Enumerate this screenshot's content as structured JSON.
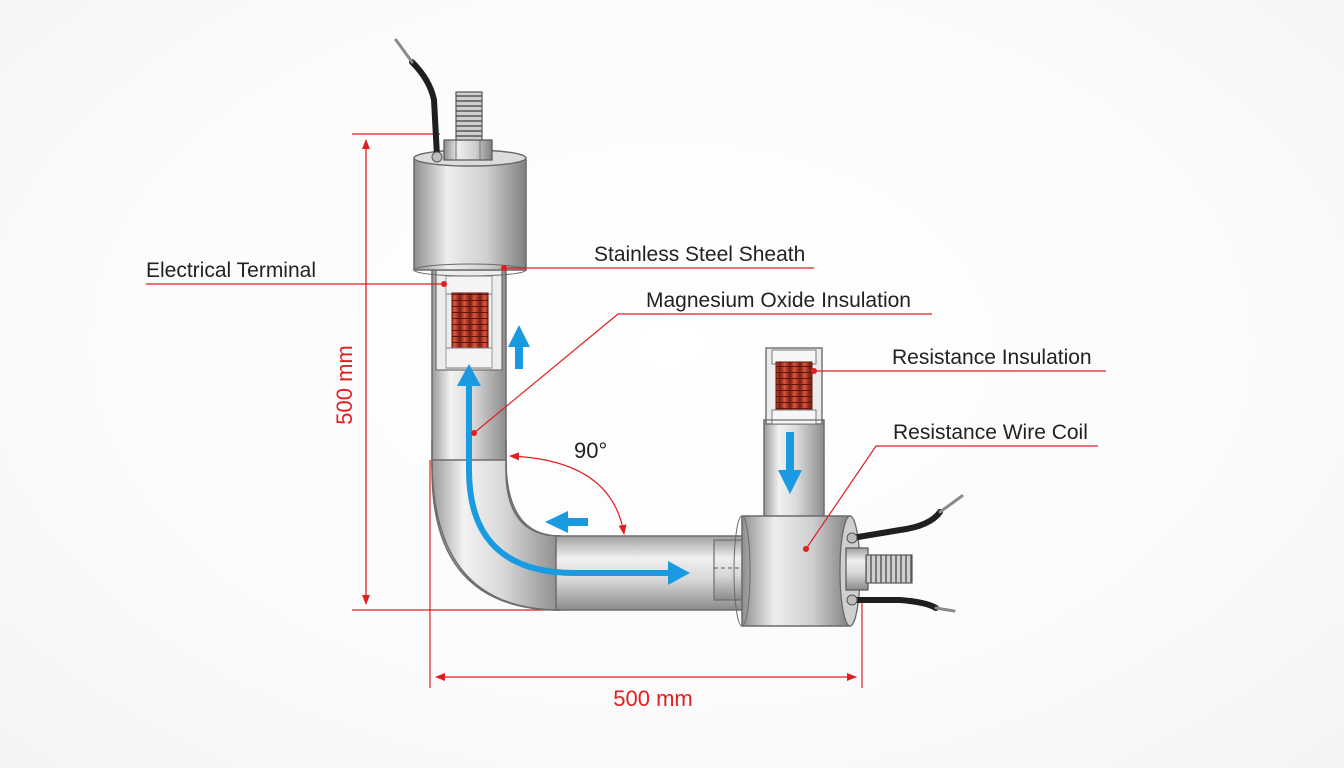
{
  "labels": {
    "stainless_steel_sheath": "Stainless Steel Sheath",
    "electrical_terminal": "Electrical Terminal",
    "magnesium_oxide_insulation": "Magnesium Oxide Insulation",
    "resistance_insulation": "Resistance Insulation",
    "resistance_wire_coil": "Resistance Wire Coil"
  },
  "dimensions": {
    "height": "500 mm",
    "width": "500 mm",
    "angle": "90°"
  },
  "colors": {
    "annotation_red": "#e02020",
    "flow_arrow_blue": "#1a9ae0",
    "coil_copper": "#c0392b",
    "steel_light": "#e6e6e6",
    "steel_dark": "#8a8a8a"
  }
}
